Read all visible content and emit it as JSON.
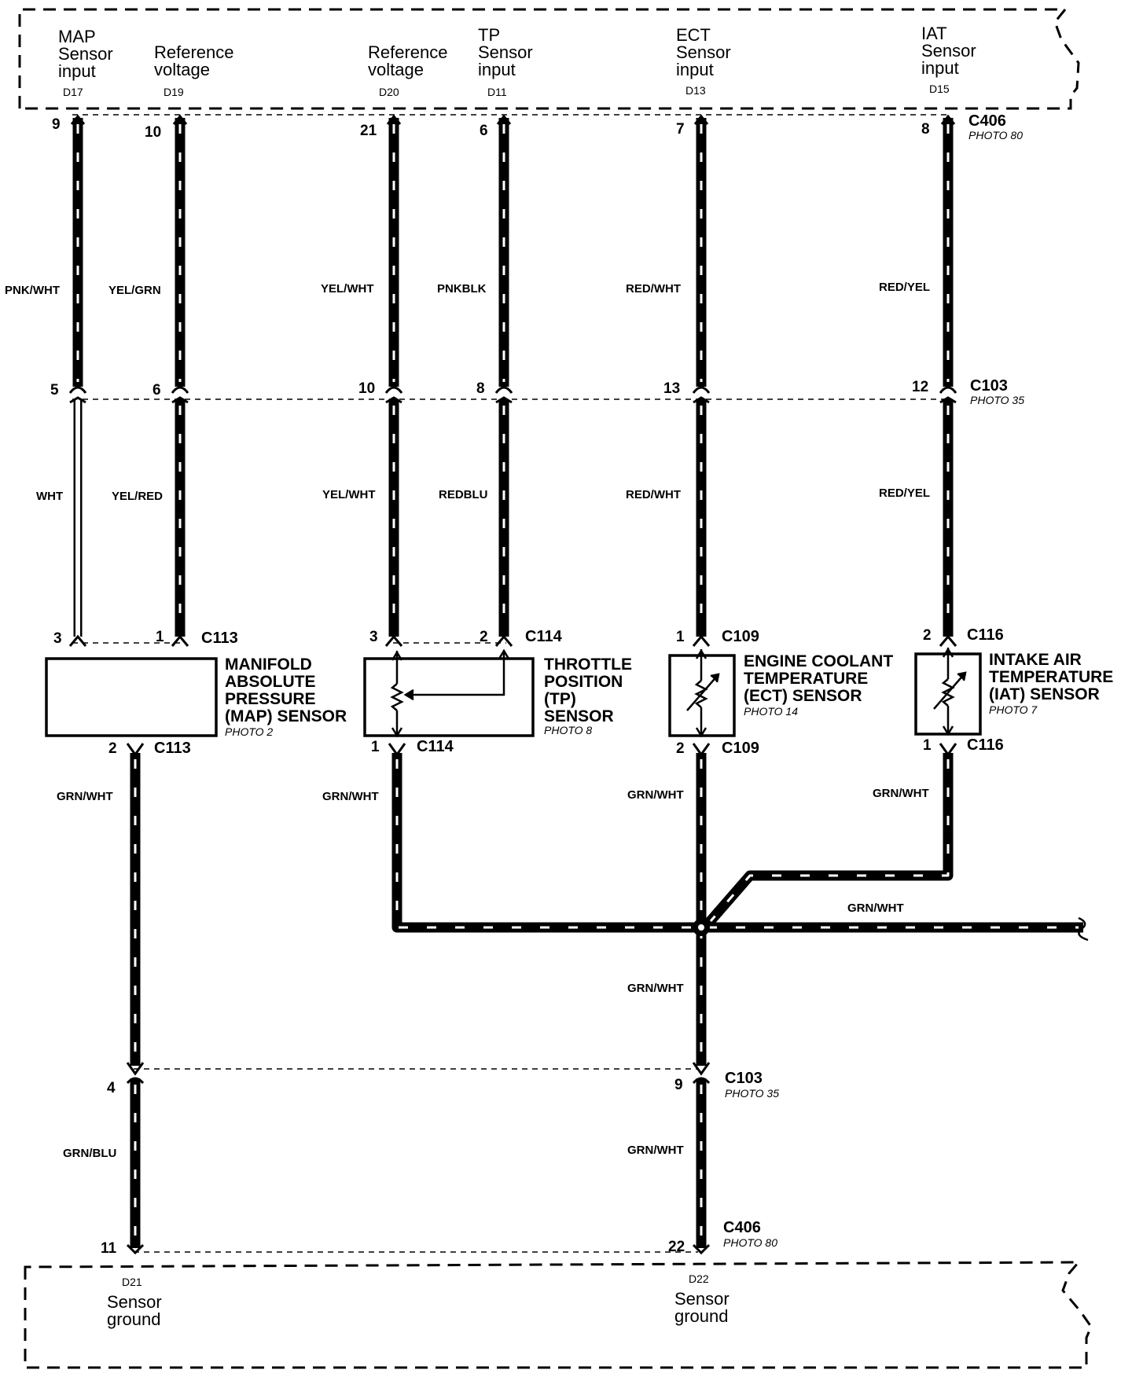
{
  "top_module": {
    "terminals": [
      {
        "label": [
          "MAP",
          "Sensor",
          "input"
        ],
        "code": "D17"
      },
      {
        "label": [
          "Reference",
          "voltage"
        ],
        "code": "D19"
      },
      {
        "label": [
          "Reference",
          "voltage"
        ],
        "code": "D20"
      },
      {
        "label": [
          "TP",
          "Sensor",
          "input"
        ],
        "code": "D11"
      },
      {
        "label": [
          "ECT",
          "Sensor",
          "input"
        ],
        "code": "D13"
      },
      {
        "label": [
          "IAT",
          "Sensor",
          "input"
        ],
        "code": "D15"
      }
    ]
  },
  "bottom_module": {
    "terminals": [
      {
        "code": "D21",
        "label": [
          "Sensor",
          "ground"
        ]
      },
      {
        "code": "D22",
        "label": [
          "Sensor",
          "ground"
        ]
      }
    ]
  },
  "connectors": {
    "c406_top": {
      "name": "C406",
      "photo": "PHOTO 80"
    },
    "c103_mid": {
      "name": "C103",
      "photo": "PHOTO 35"
    },
    "c103_low": {
      "name": "C103",
      "photo": "PHOTO 35"
    },
    "c406_bottom": {
      "name": "C406",
      "photo": "PHOTO 80"
    },
    "c113_top": {
      "name": "C113"
    },
    "c113_bottom": {
      "name": "C113"
    },
    "c114_top": {
      "name": "C114"
    },
    "c114_bottom": {
      "name": "C114"
    },
    "c109_top": {
      "name": "C109"
    },
    "c109_bottom": {
      "name": "C109"
    },
    "c116_top": {
      "name": "C116"
    },
    "c116_bottom": {
      "name": "C116"
    }
  },
  "pins": {
    "c406_top": [
      "9",
      "10",
      "21",
      "6",
      "7",
      "8"
    ],
    "c103_mid": [
      "5",
      "6",
      "10",
      "8",
      "13",
      "12"
    ],
    "sensor_top": [
      "3",
      "1",
      "3",
      "2",
      "1",
      "2"
    ],
    "sensor_bottom": [
      "2",
      "1",
      "2",
      "1"
    ],
    "c103_low": [
      "4",
      "9"
    ],
    "c406_bottom": [
      "11",
      "22"
    ]
  },
  "wires": {
    "upper": [
      "PNK/WHT",
      "YEL/GRN",
      "YEL/WHT",
      "PNKBLK",
      "RED/WHT",
      "RED/YEL"
    ],
    "middle": [
      "WHT",
      "YEL/RED",
      "YEL/WHT",
      "REDBLU",
      "RED/WHT",
      "RED/YEL"
    ],
    "ground": {
      "map": "GRN/WHT",
      "tp": "GRN/WHT",
      "ect": "GRN/WHT",
      "iat": "GRN/WHT",
      "branch": "GRN/WHT",
      "trunk": "GRN/WHT",
      "trunk_lower": "GRN/WHT",
      "map_lower": "GRN/BLU"
    }
  },
  "components": {
    "map": {
      "name": [
        "MANIFOLD",
        "ABSOLUTE",
        "PRESSURE",
        "(MAP) SENSOR"
      ],
      "photo": "PHOTO 2"
    },
    "tp": {
      "name": [
        "THROTTLE",
        "POSITION",
        "(TP)",
        "SENSOR"
      ],
      "photo": "PHOTO 8"
    },
    "ect": {
      "name": [
        "ENGINE COOLANT",
        "TEMPERATURE",
        "(ECT) SENSOR"
      ],
      "photo": "PHOTO 14"
    },
    "iat": {
      "name": [
        "INTAKE AIR",
        "TEMPERATURE",
        "(IAT) SENSOR"
      ],
      "photo": "PHOTO 7"
    }
  }
}
